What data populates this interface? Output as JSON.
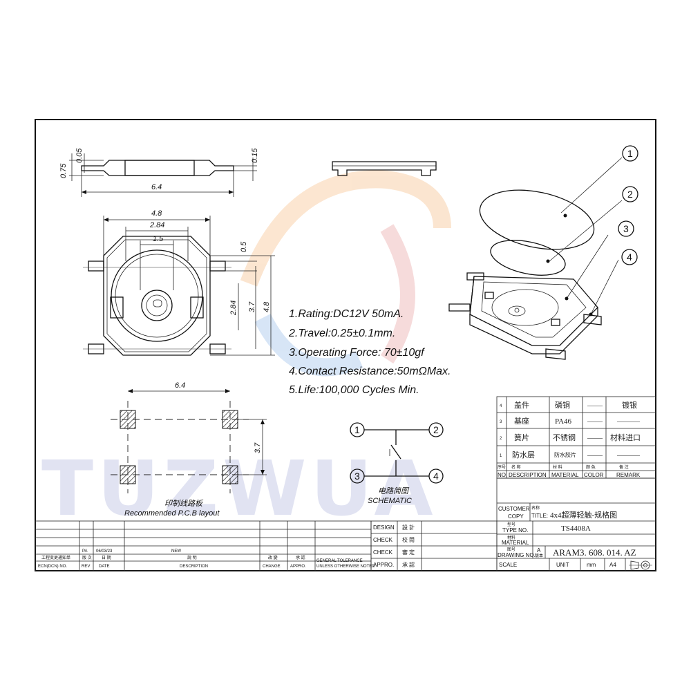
{
  "watermark": {
    "text": "TUZWUA",
    "color": "#c9cde8"
  },
  "specs": [
    "1.Rating:DC12V 50mA.",
    "2.Travel:0.25±0.1mm.",
    "3.Operating Force: 70±10gf",
    "4.Contact Resistance:50mΩMax.",
    "5.Life:100,000 Cycles Min."
  ],
  "dimensions": {
    "side_height": "0.75",
    "side_gap": "0.05",
    "side_lead": "0.15",
    "side_width": "6.4",
    "top_width": "4.8",
    "top_inner": "2.84",
    "top_center": "1.5",
    "top_lead": "0.5",
    "top_inner_h": "2.84",
    "top_mid_h": "3.7",
    "top_height": "4.8",
    "pcb_width": "6.4",
    "pcb_height": "3.7"
  },
  "captions": {
    "pcb_cn": "印制线路板",
    "pcb_en": "Recommended P.C.B layout",
    "schematic_cn": "电路简图",
    "schematic_en": "SCHEMATIC"
  },
  "callouts": [
    "1",
    "2",
    "3",
    "4"
  ],
  "schematic_nodes": [
    "1",
    "2",
    "3",
    "4"
  ],
  "bom": {
    "rows": [
      {
        "no": "4",
        "name": "盖件",
        "material": "磷铜",
        "color": "——",
        "remark": "镀银"
      },
      {
        "no": "3",
        "name": "基座",
        "material": "PA46",
        "color": "——",
        "remark": "———"
      },
      {
        "no": "2",
        "name": "簧片",
        "material": "不锈钢",
        "color": "——",
        "remark": "材料进口"
      },
      {
        "no": "1",
        "name": "防水层",
        "material": "防水胶片",
        "color": "——",
        "remark": "———"
      }
    ],
    "header_cn": [
      "序号",
      "名  称",
      "材  料",
      "颜  色",
      "备  注"
    ],
    "header_en": [
      "NO.",
      "DESCRIPTION",
      "MATERIAL",
      "COLOR",
      "REMARK"
    ]
  },
  "title_block": {
    "customer_label": "CUSTOMER",
    "copy_label": "COPY",
    "title_cn_label": "名称",
    "title_label": "TITLE:",
    "title_value": "4x4超薄轻触-规格图",
    "type_cn": "型号",
    "type_label": "TYPE NO.",
    "type_value": "TS4408A",
    "material_cn": "材料",
    "material_label": "MATERIAL",
    "drawing_cn": "图号",
    "drawing_label": "DRAWING NO.",
    "drawing_rev": "A",
    "drawing_rev_cn": "版本",
    "drawing_value": "ARAM3. 608. 014. AZ",
    "scale_label": "SCALE",
    "unit_label": "UNIT",
    "unit_value": "mm",
    "size_value": "A4"
  },
  "approvals": [
    {
      "en": "DESIGN",
      "cn": "設 計"
    },
    {
      "en": "CHECK",
      "cn": "校 閱"
    },
    {
      "en": "CHECK",
      "cn": "審 定"
    },
    {
      "en": "APPRO.",
      "cn": "承 認"
    }
  ],
  "revision": {
    "rev": "PA",
    "date": "06/03/23",
    "description": "NEW",
    "cols_cn": [
      "工程变更通知单",
      "版 次",
      "日 期",
      "說 明",
      "改 變",
      "承 認"
    ],
    "cols_en": [
      "ECN(DCN) NO.",
      "REV",
      "DATE",
      "DESCRIPTION",
      "CHANGE",
      "APPRO."
    ],
    "tolerance_cn": "GENERAL TOLERANCE",
    "tolerance_en": "UNLESS OTHERWISE NOTED"
  }
}
